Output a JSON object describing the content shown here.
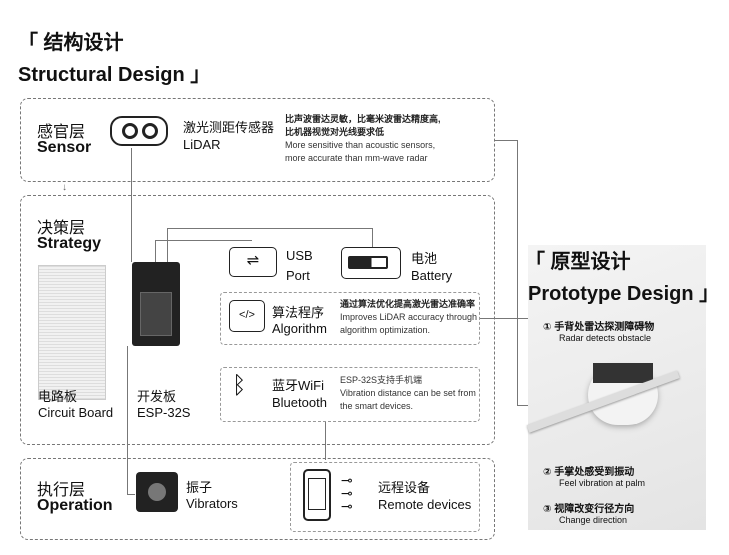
{
  "title": {
    "zh": "「 结构设计",
    "en": "Structural Design 」"
  },
  "sensor": {
    "zh": "感官层",
    "en": "Sensor",
    "device_zh": "激光测距传感器",
    "device_en": "LiDAR",
    "desc_zh1": "比声波雷达灵敏，比毫米波雷达精度高,",
    "desc_zh2": "比机器视觉对光线要求低",
    "desc_en1": "More sensitive than acoustic sensors,",
    "desc_en2": "more accurate than mm-wave radar"
  },
  "strategy": {
    "zh": "决策层",
    "en": "Strategy",
    "usb_zh": "USB",
    "usb_en": "Port",
    "battery_zh": "电池",
    "battery_en": "Battery",
    "algo_zh": "算法程序",
    "algo_en": "Algorithm",
    "algo_desc_zh": "通过算法优化提高激光雷达准确率",
    "algo_desc_en1": "Improves LiDAR accuracy through",
    "algo_desc_en2": "algorithm optimization.",
    "bt_zh": "蓝牙WiFi",
    "bt_en": "Bluetooth",
    "bt_desc_zh": "ESP-32S支持手机端",
    "bt_desc_en1": "Vibration distance can be set from",
    "bt_desc_en2": "the smart devices.",
    "circuit_zh": "电路板",
    "circuit_en": "Circuit Board",
    "esp_zh": "开发板",
    "esp_en": "ESP-32S"
  },
  "operation": {
    "zh": "执行层",
    "en": "Operation",
    "vib_zh": "振子",
    "vib_en": "Vibrators",
    "remote_zh": "远程设备",
    "remote_en": "Remote devices"
  },
  "prototype": {
    "zh": "「 原型设计",
    "en": "Prototype Design 」",
    "step1_zh": "① 手背处雷达探测障碍物",
    "step1_en": "Radar detects obstacle",
    "step2_zh": "② 手掌处感受到振动",
    "step2_en": "Feel vibration at palm",
    "step3_zh": "③ 视障改变行径方向",
    "step3_en": "Change direction"
  }
}
